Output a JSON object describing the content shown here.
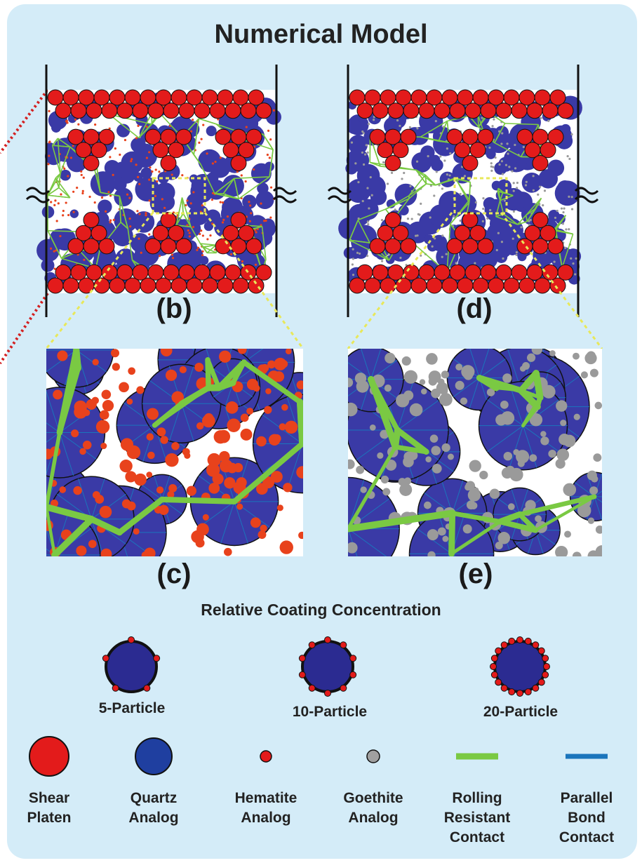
{
  "title": "Numerical Model",
  "panels": [
    {
      "id": "b",
      "label": "(b)"
    },
    {
      "id": "c",
      "label": "(c)"
    },
    {
      "id": "d",
      "label": "(d)"
    },
    {
      "id": "e",
      "label": "(e)"
    }
  ],
  "concentration": {
    "title": "Relative Coating Concentration",
    "levels": [
      {
        "label": "5-Particle",
        "count": 5
      },
      {
        "label": "10-Particle",
        "count": 10
      },
      {
        "label": "20-Particle",
        "count": 20
      }
    ]
  },
  "legend": [
    {
      "label": "Shear\nPlaten",
      "icon": "large-red-circle",
      "color": "#e31b1b"
    },
    {
      "label": "Quartz\nAnalog",
      "icon": "large-blue-circle",
      "color": "#1f3fa0"
    },
    {
      "label": "Hematite\nAnalog",
      "icon": "small-red-circle",
      "color": "#e31b1b"
    },
    {
      "label": "Goethite\nAnalog",
      "icon": "small-gray-circle",
      "color": "#a0a0a0"
    },
    {
      "label": "Rolling\nResistant\nContact",
      "icon": "green-line",
      "color": "#7ac943"
    },
    {
      "label": "Parallel\nBond\nContact",
      "icon": "blue-line",
      "color": "#1b75bc"
    }
  ],
  "colors": {
    "background": "#d4ecf8",
    "platen": "#e31b1b",
    "quartz": "#3a3aa6",
    "hematite": "#e8421c",
    "goethite": "#9a9a9a",
    "rolling_contact": "#7ac943",
    "parallel_bond": "#1b75bc",
    "zoom_box": "#e8e85a",
    "lead_line": "#d32020"
  }
}
